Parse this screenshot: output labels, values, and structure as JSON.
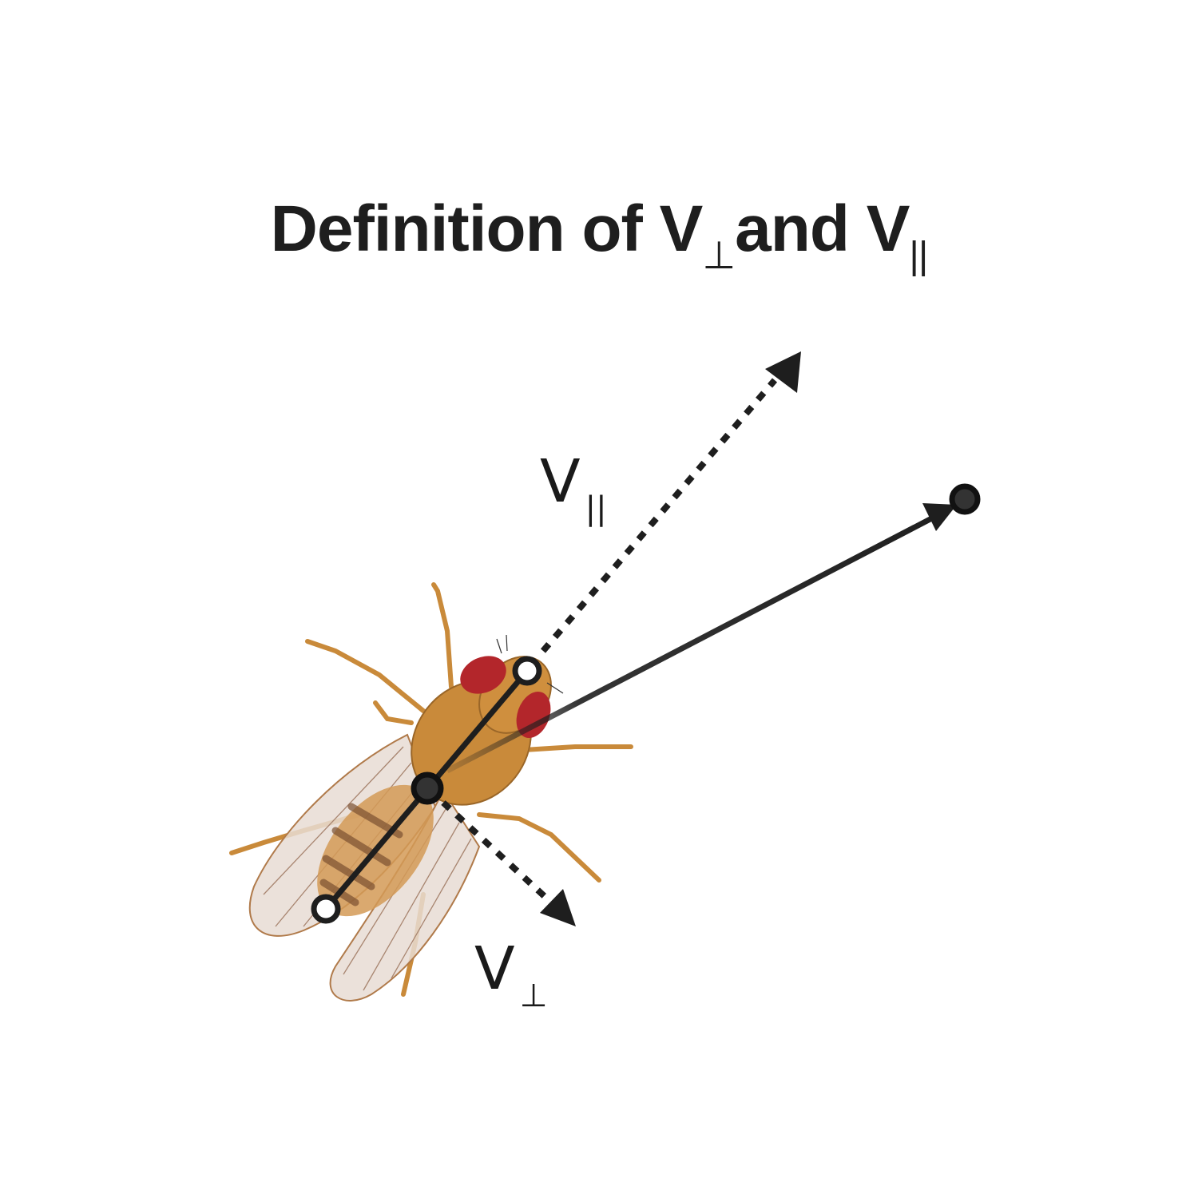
{
  "title": {
    "prefix": "Definition of V",
    "perp_symbol": "⊥",
    "mid": "and V",
    "par_symbol": "||"
  },
  "labels": {
    "v_parallel": {
      "letter": "V",
      "subscript": "||"
    },
    "v_perp": {
      "letter": "V",
      "subscript": "⊥"
    }
  },
  "colors": {
    "ink": "#1e1e1e",
    "body": "#c98a3a",
    "eye": "#b3262b",
    "wing": "#e8dcd4"
  },
  "icons": {
    "subject": "fruit-fly-icon",
    "target": "target-point-icon"
  }
}
